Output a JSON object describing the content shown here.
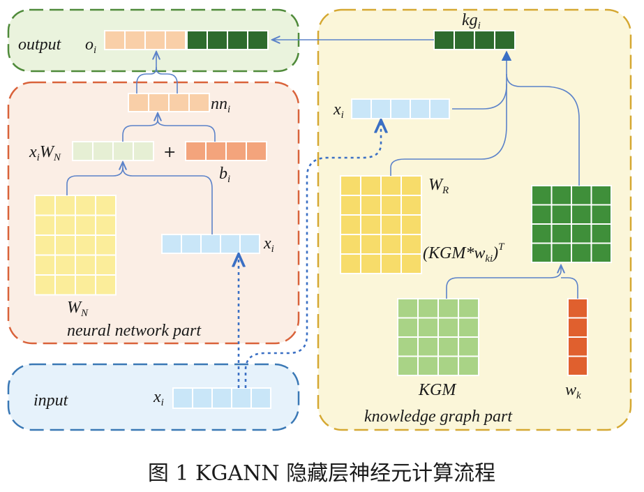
{
  "regions": {
    "output": {
      "label": "output",
      "symbol": "o",
      "sub": "i"
    },
    "neural": {
      "label": "neural network part"
    },
    "input": {
      "label": "input"
    },
    "kg": {
      "label": "knowledge graph part"
    }
  },
  "labels": {
    "nn_base": "nn",
    "nn_sub": "i",
    "xiwn_x": "x",
    "xiwn_i": "i",
    "xiwn_w": "W",
    "xiwn_n": "N",
    "plus": "+",
    "b_base": "b",
    "b_sub": "i",
    "wn_base": "W",
    "wn_sub": "N",
    "xi_nn_base": "x",
    "xi_nn_sub": "i",
    "xi_in_base": "x",
    "xi_in_sub": "i",
    "kg_base": "kg",
    "kg_sub": "i",
    "xi_kg_base": "x",
    "xi_kg_sub": "i",
    "wr_base": "W",
    "wr_sub": "R",
    "kgmw_pre": "(KGM*w",
    "kgmw_sub": "ki",
    "kgmw_post": ")",
    "kgmw_sup": "T",
    "kgm": "KGM",
    "wk_base": "w",
    "wk_sub": "k"
  },
  "caption": "图 1    KGANN 隐藏层神经元计算流程",
  "colors": {
    "output_region": "#eaf3dd",
    "output_border": "#4f8a3a",
    "neural_region": "#fbeee5",
    "neural_border": "#d9623a",
    "input_region": "#e6f2fb",
    "input_border": "#3a78b5",
    "kg_region": "#fbf6d9",
    "kg_border": "#d5a832",
    "peach": "#f9cfa8",
    "dark_green": "#2e6b2e",
    "light_blue": "#c9e6f8",
    "pale_green": "#e6efd4",
    "orange": "#f3a47c",
    "yellow": "#fbed9a",
    "gold": "#f7dc6a",
    "mid_green": "#3f8f3a",
    "light_green": "#a9d386",
    "red_orange": "#e0602e",
    "arrow": "#5b82c9",
    "dashed": "#3a6fc4"
  }
}
